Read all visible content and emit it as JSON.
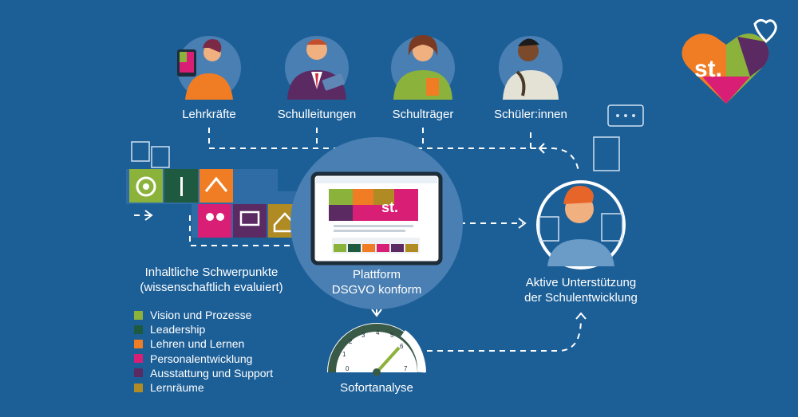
{
  "roles": [
    {
      "label": "Lehrkräfte"
    },
    {
      "label": "Schulleitungen"
    },
    {
      "label": "Schulträger"
    },
    {
      "label": "Schüler:innen"
    }
  ],
  "platform": {
    "line1": "Plattform",
    "line2": "DSGVO konform",
    "screen_logo": "st."
  },
  "support": {
    "line1": "Aktive Unterstützung",
    "line2": "der Schulentwicklung"
  },
  "analysis": {
    "label": "Sofortanalyse",
    "gauge_ticks": [
      "0",
      "1",
      "2",
      "3",
      "4",
      "5",
      "6",
      "7"
    ]
  },
  "focus": {
    "line1": "Inhaltliche Schwerpunkte",
    "line2": "(wissenschaftlich evaluiert)"
  },
  "legend": [
    {
      "label": "Vision und Prozesse",
      "color": "#8bb23b"
    },
    {
      "label": "Leadership",
      "color": "#1d5a3f"
    },
    {
      "label": "Lehren und Lernen",
      "color": "#f07d23"
    },
    {
      "label": "Personalentwicklung",
      "color": "#d81e75"
    },
    {
      "label": "Ausstattung und Support",
      "color": "#5b2a63"
    },
    {
      "label": "Lernräume",
      "color": "#b08a22"
    }
  ],
  "logo": {
    "text": "st."
  },
  "colors": {
    "background": "#1c5f97",
    "circle": "#4a7fb3",
    "dash": "#ffffff"
  }
}
